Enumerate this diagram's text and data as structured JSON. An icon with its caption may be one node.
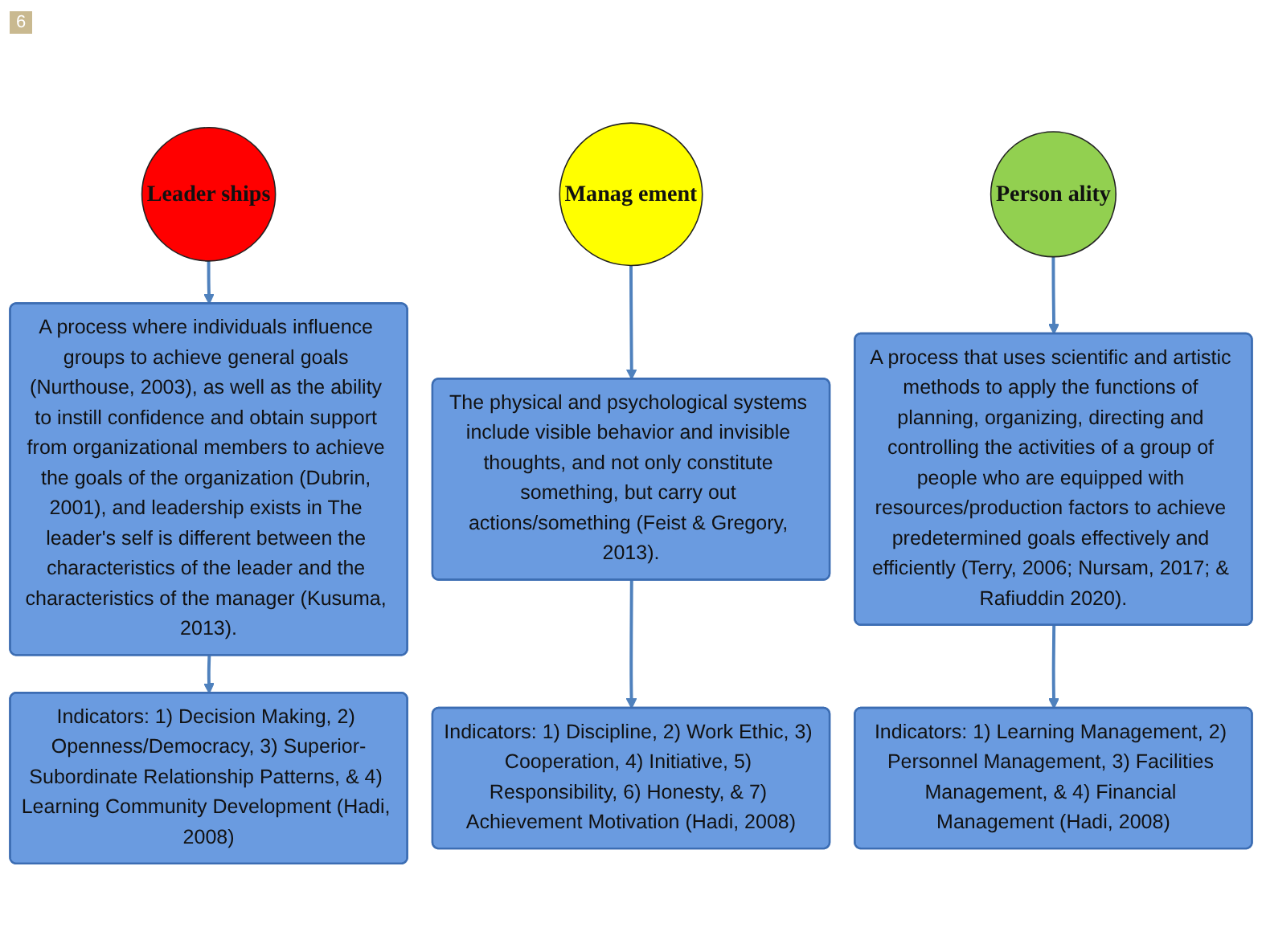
{
  "diagram": {
    "nodes": [
      {
        "text": [
          "A process where individuals influence groups to achieve general goals (Nurthouse, 2003), as well as the ability to instill confidence and obtain support from organizational members to achieve the goals of the organization (Dubrin, 2001), and leadership exists in The leader's self is different between the characteristics of the leader and the characteristics of the manager (Kusuma, 2013)."
        ]
      },
      {
        "text": [
          "Indicators: 1) Decision Making, 2) Openness/Democracy, 3) Superior-Subordinate Relationship Patterns, & 4) Learning Community Development (Hadi, 2008)"
        ]
      },
      {
        "text": [
          "Leader ships"
        ]
      },
      {
        "text": [
          "Manag ement"
        ]
      },
      {
        "text": [
          "Person ality"
        ]
      },
      {
        "text": [
          "A process that uses scientific and artistic methods to apply the functions of planning, organizing, directing and controlling the activities of a group of people who are equipped with resources/production factors to achieve predetermined goals effectively and efficiently (Terry, 2006; Nursam, 2017; & Rafiuddin 2020)."
        ]
      },
      {
        "text": [
          "Indicators: 1) Learning Management, 2) Personnel Management, 3) Facilities Management, & 4) Financial Management (Hadi, 2008)"
        ]
      },
      {
        "text": [
          "The physical and psychological systems include visible behavior and invisible thoughts, and not only constitute something, but carry out actions/something (Feist & Gregory, 2013)."
        ]
      },
      {
        "text": [
          "Indicators: 1) Discipline, 2) Work Ethic, 3) Cooperation, 4) Initiative, 5) Responsibility, 6) Honesty, & 7) Achievement Motivation (Hadi, 2008)"
        ]
      }
    ],
    "edges": [
      {
        "from": 2,
        "to": 0,
        "arrow": "to"
      },
      {
        "from": 0,
        "to": 1,
        "arrow": "to"
      },
      {
        "from": 4,
        "to": 5,
        "arrow": "to"
      },
      {
        "from": 5,
        "to": 6,
        "arrow": "to"
      },
      {
        "from": 3,
        "to": 7,
        "arrow": "to"
      },
      {
        "from": 7,
        "to": 8,
        "arrow": "to"
      }
    ],
    "labels": [
      "6"
    ]
  }
}
